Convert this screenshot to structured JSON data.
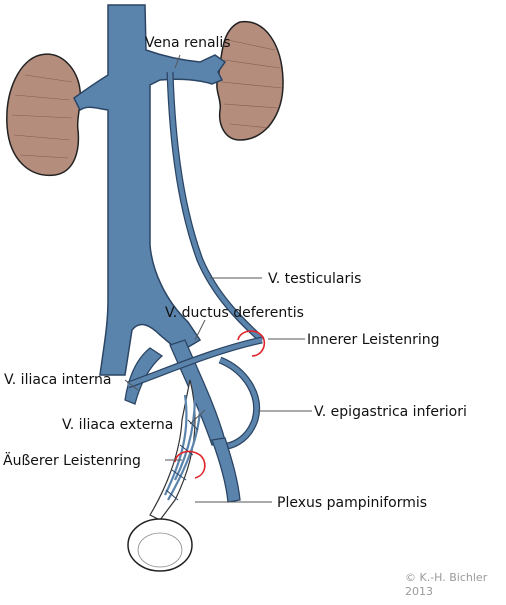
{
  "labels": {
    "vena_renalis": "Vena renalis",
    "v_testicularis": "V. testicularis",
    "v_ductus_deferentis": "V. ductus deferentis",
    "innerer_leistenring": "Innerer Leistenring",
    "v_iliaca_interna": "V. iliaca interna",
    "v_iliaca_externa": "V. iliaca externa",
    "v_epigastrica_inferiori": "V. epigastrica inferiori",
    "aeusserer_leistenring": "Äußerer Leistenring",
    "plexus_pampiniformis": "Plexus pampiniformis"
  },
  "copyright": {
    "line1": "© K.-H. Bichler",
    "line2": "2013"
  },
  "colors": {
    "vein_fill": "#5b84ad",
    "vein_stroke": "#2b4564",
    "kidney_fill": "#b58d7d",
    "ring_color": "#e0262b",
    "leader_line": "#555555"
  }
}
